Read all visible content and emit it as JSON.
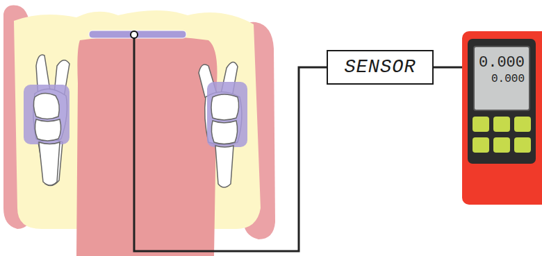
{
  "diagram": {
    "nodes": [
      {
        "text": [
          "SENSOR"
        ]
      },
      {
        "text": [
          "0.000",
          "0.000"
        ]
      }
    ],
    "edges": [
      {
        "from": 0,
        "to": 1,
        "arrow": "none"
      }
    ]
  }
}
